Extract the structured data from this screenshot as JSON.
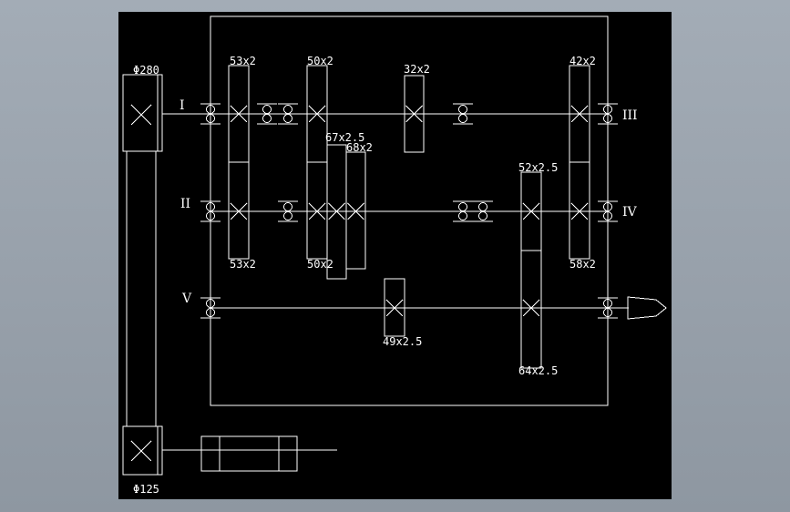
{
  "colors": {
    "background": "#000000",
    "lines": "#ffffff",
    "window": "#99a2ac"
  },
  "pulleys": {
    "top_label": "Φ280",
    "bottom_label": "Φ125"
  },
  "shafts": {
    "I": "I",
    "II": "II",
    "III": "III",
    "IV": "IV",
    "V": "V"
  },
  "gears": {
    "g1_top": "53x2",
    "g1_bottom": "53x2",
    "g2_top": "50x2",
    "g2_bottom": "50x2",
    "g3": "67x2.5",
    "g4": "68x2",
    "g5": "32x2",
    "g6": "52x2.5",
    "g7_top": "42x2",
    "g7_bottom": "58x2",
    "g8": "49x2.5",
    "g9": "64x2.5"
  }
}
